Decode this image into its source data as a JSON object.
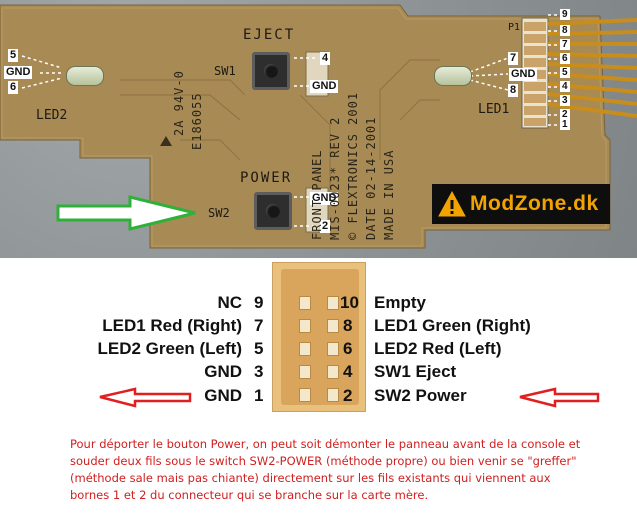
{
  "photo": {
    "left_connector": {
      "pins": [
        {
          "label": "5",
          "dashes": "----"
        },
        {
          "label": "GND",
          "dashes": "--"
        },
        {
          "label": "6",
          "dashes": "-----"
        }
      ]
    },
    "right_connector_top": {
      "pins": [
        "9",
        "8",
        "7",
        "6",
        "5",
        "4",
        "3",
        "2",
        "1"
      ]
    },
    "right_led": {
      "pins": [
        "7",
        "GND",
        "8"
      ]
    },
    "eject": {
      "title": "EJECT",
      "switch": "SW1",
      "pins": [
        "4",
        "GND"
      ]
    },
    "power": {
      "title": "POWER",
      "switch": "SW2",
      "pins": [
        "GND",
        "2"
      ]
    },
    "led_labels": {
      "left": "LED2",
      "right": "LED1"
    },
    "silkscreen": {
      "col1": "2A 94V-0",
      "col2": "E186055",
      "col3": "FRONT PANEL",
      "col4": "MIS-0023* REV 2",
      "col5": "© FLEXTRONICS 2001",
      "col6": "DATE 02-14-2001",
      "col7": "MADE IN USA",
      "connector_mark": "P1"
    },
    "logo": {
      "text": "ModZone.dk",
      "icon": "warning-triangle-icon"
    }
  },
  "diagram": {
    "rows": [
      {
        "left_label": "NC",
        "left_pin": "9",
        "right_pin": "10",
        "right_label": "Empty"
      },
      {
        "left_label": "LED1 Red (Right)",
        "left_pin": "7",
        "right_pin": "8",
        "right_label": "LED1 Green (Right)"
      },
      {
        "left_label": "LED2 Green (Left)",
        "left_pin": "5",
        "right_pin": "6",
        "right_label": "LED2 Red (Left)"
      },
      {
        "left_label": "GND",
        "left_pin": "3",
        "right_pin": "4",
        "right_label": "SW1 Eject"
      },
      {
        "left_label": "GND",
        "left_pin": "1",
        "right_pin": "2",
        "right_label": "SW2 Power"
      }
    ]
  },
  "note": "Pour déporter le bouton Power, on peut soit démonter le panneau avant de la console et souder deux fils sous le switch SW2-POWER (méthode propre) ou bien venir se \"greffer\" (méthode sale mais pas chiante) directement sur les fils existants qui viennent aux bornes 1 et 2 du connecteur qui se branche sur la carte mère.",
  "colors": {
    "pcb": "#a88a55",
    "arrow_green": "#2fb038",
    "arrow_red": "#e02020",
    "note": "#d02020",
    "logo_text": "#f2a300"
  }
}
